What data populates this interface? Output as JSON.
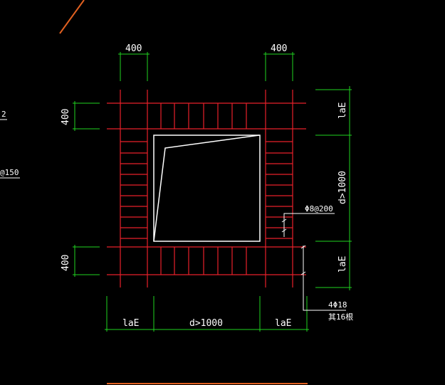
{
  "colors": {
    "background": "#000000",
    "rebar": "#e8202a",
    "dimension": "#20d420",
    "outline": "#ffffff",
    "accent": "#e06020"
  },
  "labels": {
    "top_left_width": "400",
    "top_right_width": "400",
    "left_top_height": "400",
    "left_bottom_height": "400",
    "right_top_lae": "laE",
    "right_middle_span": "d>1000",
    "right_bottom_lae": "laE",
    "bottom_left_lae": "laE",
    "bottom_middle_span": "d>1000",
    "bottom_right_lae": "laE",
    "stirrup_note": "Φ8@200",
    "bar_note_line1": "4Φ18",
    "bar_note_line2": "其16根"
  },
  "edge_fragments": {
    "left_upper": "2",
    "left_lower": "@150"
  }
}
